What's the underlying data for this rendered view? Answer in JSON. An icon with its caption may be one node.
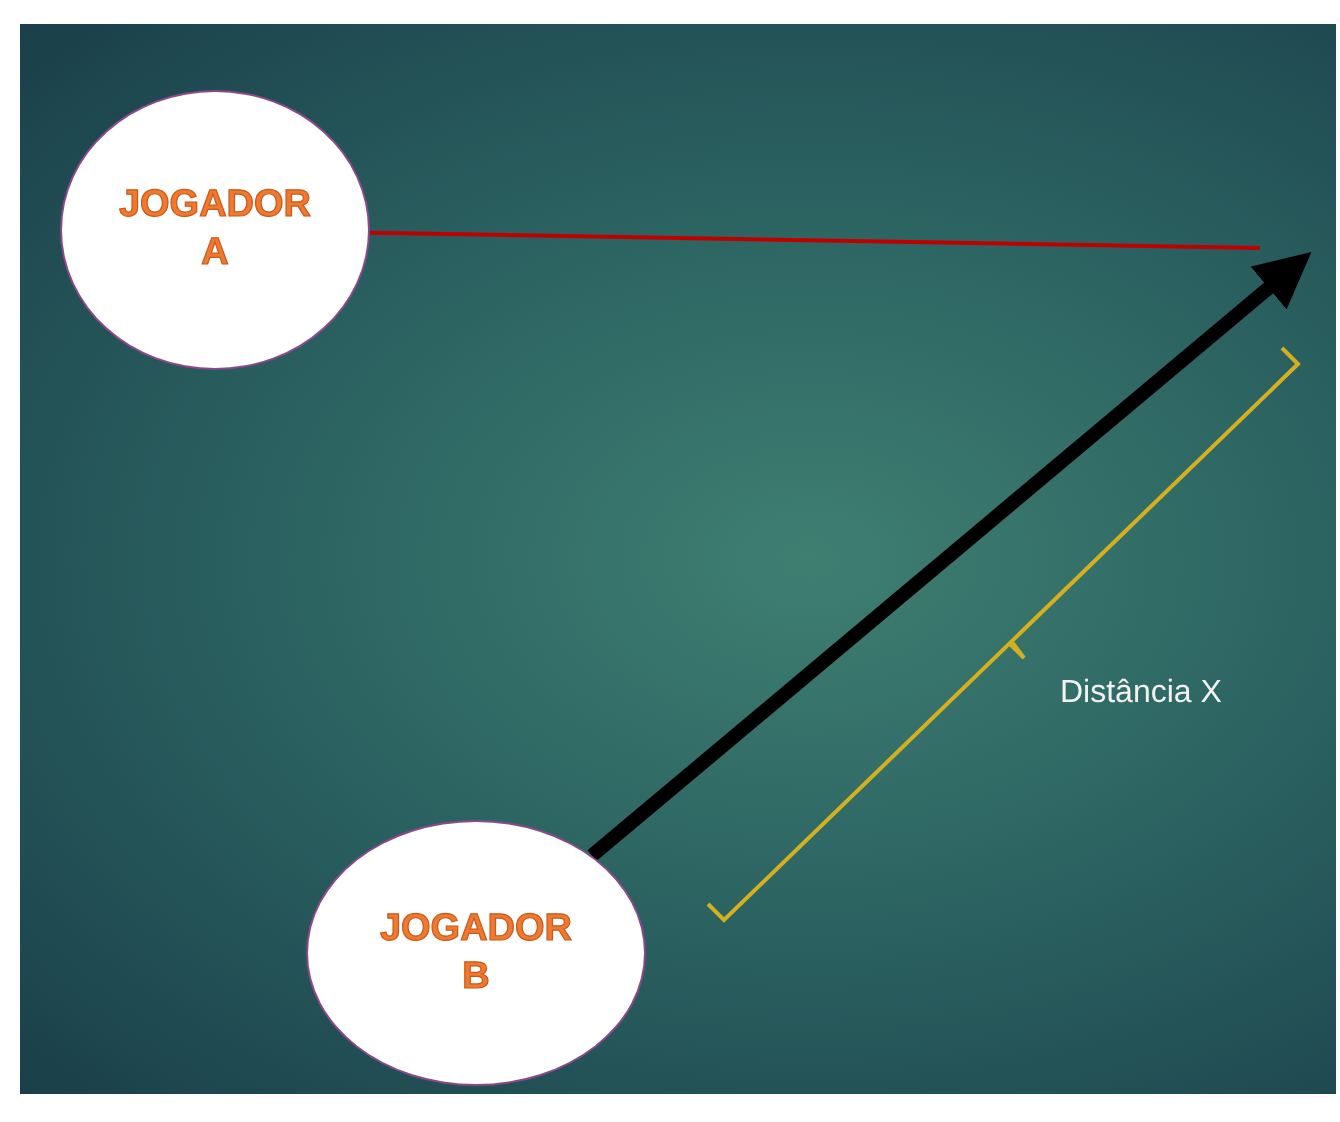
{
  "diagram": {
    "nodes": [
      {
        "text": [
          "JOGADOR A"
        ]
      },
      {
        "text": [
          "JOGADOR B"
        ]
      }
    ],
    "edges": [
      {
        "from": 0,
        "to": null,
        "arrow": "none",
        "color": "#c00000"
      },
      {
        "from": 1,
        "to": null,
        "arrow": "to",
        "style": "thick",
        "color": "#000000"
      }
    ],
    "labels": [
      "Distância X"
    ]
  }
}
